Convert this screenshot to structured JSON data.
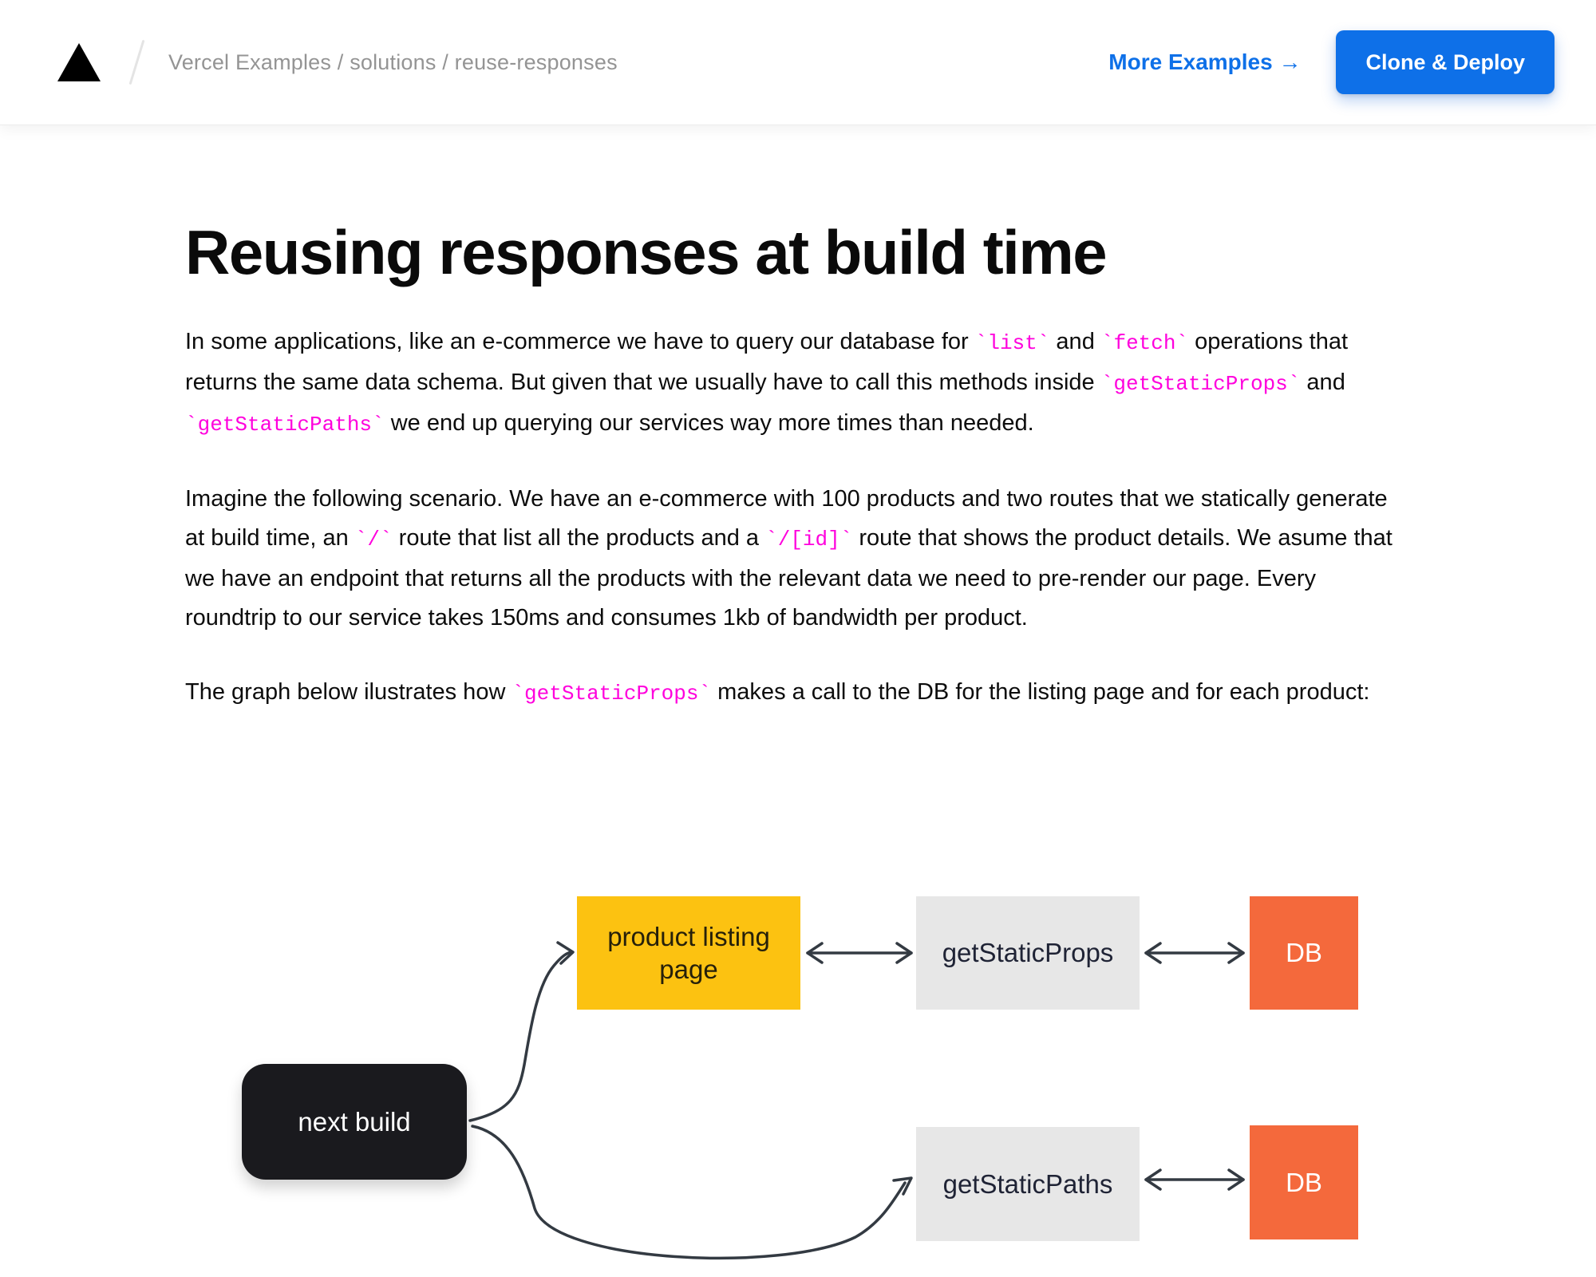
{
  "colors": {
    "accent": "#0e70e8",
    "code": "#ff00dd",
    "arrow": "#333a42",
    "yellow_node": "#fcc211",
    "orange_node": "#f4693c",
    "gray_node": "#e7e7e7",
    "black_node": "#1a1a1e"
  },
  "header": {
    "logo_icon": "vercel-triangle-icon",
    "breadcrumb": "Vercel Examples / solutions / reuse-responses",
    "more_examples": "More Examples →",
    "clone_deploy": "Clone & Deploy"
  },
  "article": {
    "title": "Reusing responses at build time",
    "paragraphs": [
      [
        {
          "type": "text",
          "value": "In some applications, like an e-commerce we have to query our database for "
        },
        {
          "type": "code",
          "value": "`list`"
        },
        {
          "type": "text",
          "value": " and "
        },
        {
          "type": "code",
          "value": "`fetch`"
        },
        {
          "type": "text",
          "value": " operations that returns the same data schema. But given that we usually have to call this methods inside "
        },
        {
          "type": "code",
          "value": "`getStaticProps`"
        },
        {
          "type": "text",
          "value": " and "
        },
        {
          "type": "code",
          "value": "`getStaticPaths`"
        },
        {
          "type": "text",
          "value": " we end up querying our services way more times than needed."
        }
      ],
      [
        {
          "type": "text",
          "value": "Imagine the following scenario. We have an e-commerce with 100 products and two routes that we statically generate at build time, an "
        },
        {
          "type": "code",
          "value": "`/`"
        },
        {
          "type": "text",
          "value": " route that list all the products and a "
        },
        {
          "type": "code",
          "value": "`/[id]`"
        },
        {
          "type": "text",
          "value": " route that shows the product details. We asume that we have an endpoint that returns all the products with the relevant data we need to pre-render our page. Every roundtrip to our service takes 150ms and consumes 1kb of bandwidth per product."
        }
      ],
      [
        {
          "type": "text",
          "value": "The graph below ilustrates how "
        },
        {
          "type": "code",
          "value": "`getStaticProps`"
        },
        {
          "type": "text",
          "value": " makes a call to the DB for the listing page and for each product:"
        }
      ]
    ]
  },
  "diagram": {
    "nodes": [
      {
        "id": "next-build",
        "label": "next build",
        "bg": "#1a1a1e",
        "fg": "#ffffff"
      },
      {
        "id": "product-listing-page",
        "label": "product listing page",
        "bg": "#fcc211",
        "fg": "#26200a"
      },
      {
        "id": "get-static-props",
        "label": "getStaticProps",
        "bg": "#e7e7e7",
        "fg": "#1f2335"
      },
      {
        "id": "db-top",
        "label": "DB",
        "bg": "#f4693c",
        "fg": "#ffffff"
      },
      {
        "id": "get-static-paths",
        "label": "getStaticPaths",
        "bg": "#e7e7e7",
        "fg": "#1f2335"
      },
      {
        "id": "db-bottom",
        "label": "DB",
        "bg": "#f4693c",
        "fg": "#ffffff"
      }
    ]
  }
}
